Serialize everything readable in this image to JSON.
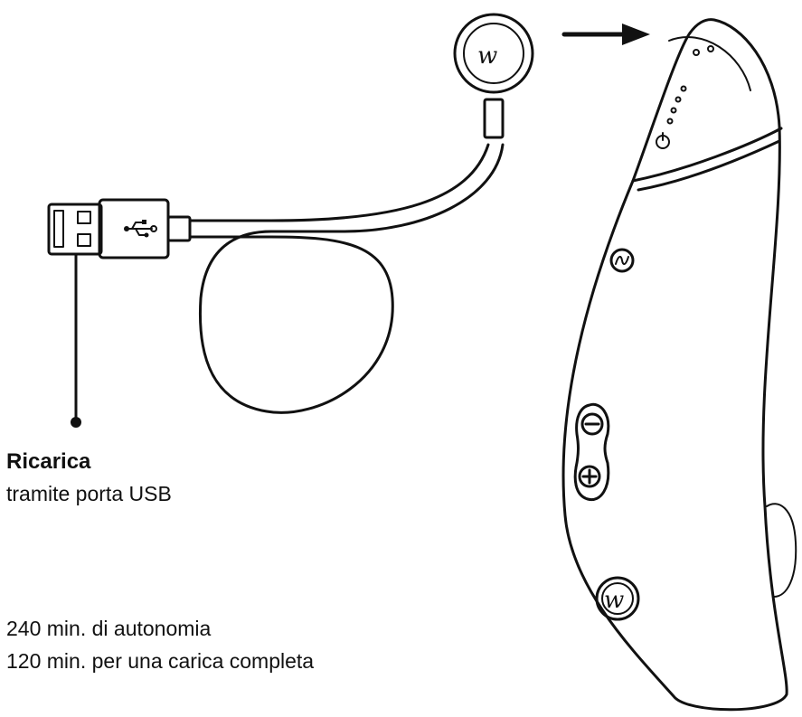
{
  "labels": {
    "charging_title": "Ricarica",
    "charging_subtitle": "tramite porta USB",
    "runtime": "240 min. di autonomia",
    "full_charge": "120 min. per una carica completa"
  },
  "device": {
    "logo_glyph": "w",
    "buttons": [
      "power",
      "mode",
      "minus",
      "plus",
      "logo"
    ]
  },
  "icons": [
    "usb-connector-icon",
    "usb-symbol-icon",
    "magnetic-charger-icon",
    "arrow-right-icon",
    "power-icon",
    "mode-icon",
    "minus-icon",
    "plus-icon",
    "brand-logo-icon"
  ],
  "colors": {
    "ink": "#111111",
    "background": "#ffffff"
  }
}
